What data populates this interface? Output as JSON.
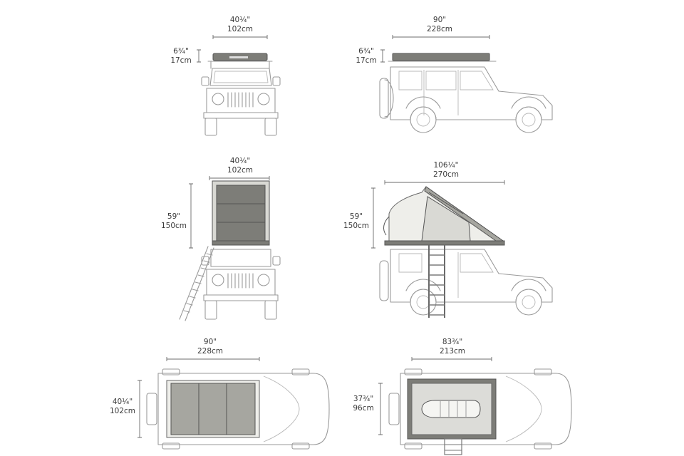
{
  "dimensions": {
    "front_closed_width": {
      "inch": "40¼\"",
      "cm": "102cm"
    },
    "front_closed_height": {
      "inch": "6¾\"",
      "cm": "17cm"
    },
    "side_closed_length": {
      "inch": "90\"",
      "cm": "228cm"
    },
    "side_closed_height": {
      "inch": "6¾\"",
      "cm": "17cm"
    },
    "front_open_width": {
      "inch": "40¼\"",
      "cm": "102cm"
    },
    "front_open_height": {
      "inch": "59\"",
      "cm": "150cm"
    },
    "side_open_length": {
      "inch": "106¼\"",
      "cm": "270cm"
    },
    "side_open_height": {
      "inch": "59\"",
      "cm": "150cm"
    },
    "top_closed_length": {
      "inch": "90\"",
      "cm": "228cm"
    },
    "top_closed_width": {
      "inch": "40¼\"",
      "cm": "102cm"
    },
    "top_open_length": {
      "inch": "83¾\"",
      "cm": "213cm"
    },
    "top_open_width": {
      "inch": "37¾\"",
      "cm": "96cm"
    }
  }
}
